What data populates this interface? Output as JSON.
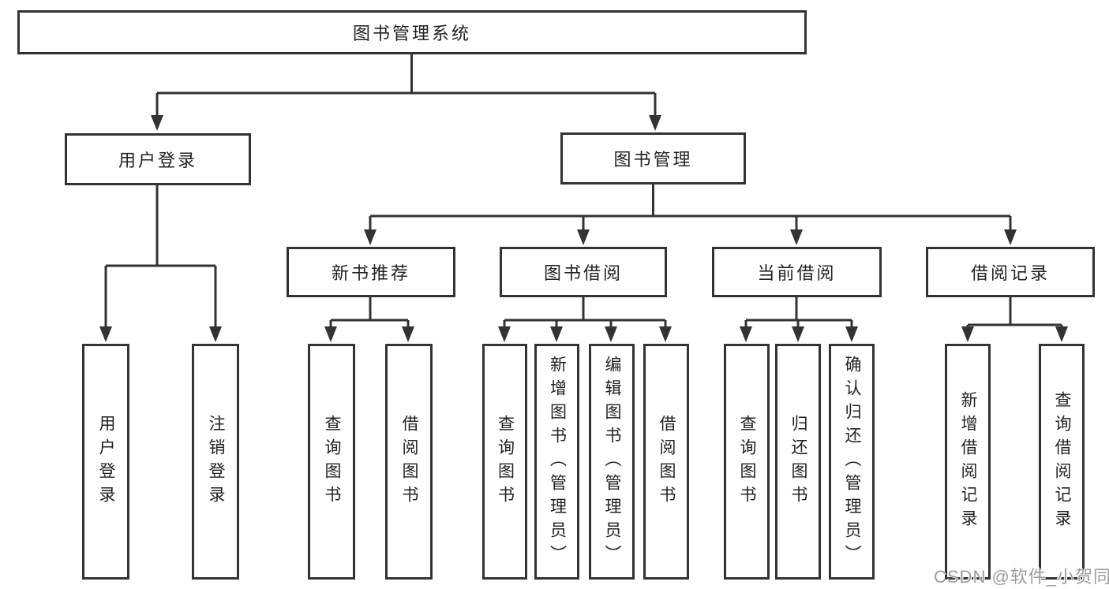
{
  "title": "图书管理系统",
  "watermark": {
    "text": "CSDN @软件_小贺同学"
  },
  "colors": {
    "line": "#333333",
    "text": "#222222",
    "wm": "#9c9c9c",
    "bg": "#ffffff"
  },
  "tree": {
    "label": "图书管理系统",
    "children": [
      {
        "label": "用户登录",
        "children": [
          {
            "label": "用户登录"
          },
          {
            "label": "注销登录"
          }
        ]
      },
      {
        "label": "图书管理",
        "children": [
          {
            "label": "新书推荐",
            "children": [
              {
                "label": "查询图书"
              },
              {
                "label": "借阅图书"
              }
            ]
          },
          {
            "label": "图书借阅",
            "children": [
              {
                "label": "查询图书"
              },
              {
                "label": "新增图书（管理员）"
              },
              {
                "label": "编辑图书（管理员）"
              },
              {
                "label": "借阅图书"
              }
            ]
          },
          {
            "label": "当前借阅",
            "children": [
              {
                "label": "查询图书"
              },
              {
                "label": "归还图书"
              },
              {
                "label": "确认归还（管理员）"
              }
            ]
          },
          {
            "label": "借阅记录",
            "children": [
              {
                "label": "新增借阅记录"
              },
              {
                "label": "查询借阅记录"
              }
            ]
          }
        ]
      }
    ]
  }
}
